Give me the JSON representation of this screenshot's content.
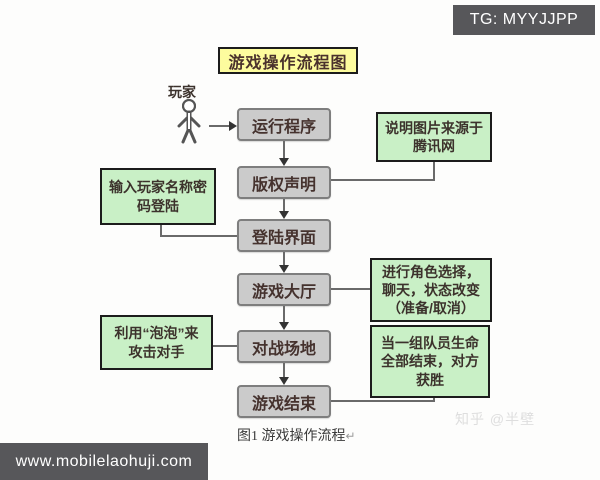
{
  "badge": {
    "text": "TG: MYYJJPP"
  },
  "title": "游戏操作流程图",
  "player_label": "玩家",
  "flow": {
    "steps": [
      {
        "label": "运行程序"
      },
      {
        "label": "版权声明"
      },
      {
        "label": "登陆界面"
      },
      {
        "label": "游戏大厅"
      },
      {
        "label": "对战场地"
      },
      {
        "label": "游戏结束"
      }
    ]
  },
  "notes": [
    {
      "text": "说明图片来源于\n腾讯网"
    },
    {
      "text": "输入玩家名称密\n码登陆"
    },
    {
      "text": "进行角色选择，\n聊天，状态改变\n（准备/取消）"
    },
    {
      "text": "利用“泡泡”来\n攻击对手"
    },
    {
      "text": "当一组队员生命\n全部结束，对方\n获胜"
    }
  ],
  "caption": {
    "text": "图1 游戏操作流程",
    "mark": "↵"
  },
  "watermark": "知乎 @半壁",
  "footer": {
    "url": "www.mobilelaohuji.com"
  },
  "colors": {
    "box_gray": "#cbcbcb",
    "note_green": "#c9f0c6",
    "title_yellow": "#fdfc9e",
    "bar_dark": "#57575a"
  }
}
